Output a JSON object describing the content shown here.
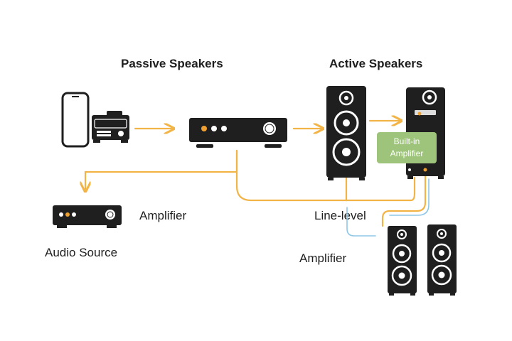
{
  "labels": {
    "passive_speakers": "Passive Speakers",
    "active_speakers": "Active Speakers",
    "amplifier_left": "Amplifier",
    "audio_source": "Audio Source",
    "line_level": "Line-level",
    "amplifier_bottom": "Amplifier",
    "built_in_line1": "Built-in",
    "built_in_line2": "Amplifier"
  },
  "colors": {
    "device": "#1f1f1f",
    "arrow": "#f3b447",
    "signal_blue": "#8ec7e6",
    "built_in_badge": "#9dc47a",
    "led_orange": "#f0a030"
  },
  "icons": [
    "phone-icon",
    "turntable-icon",
    "amplifier-icon",
    "speaker-icon",
    "active-speaker-icon"
  ]
}
